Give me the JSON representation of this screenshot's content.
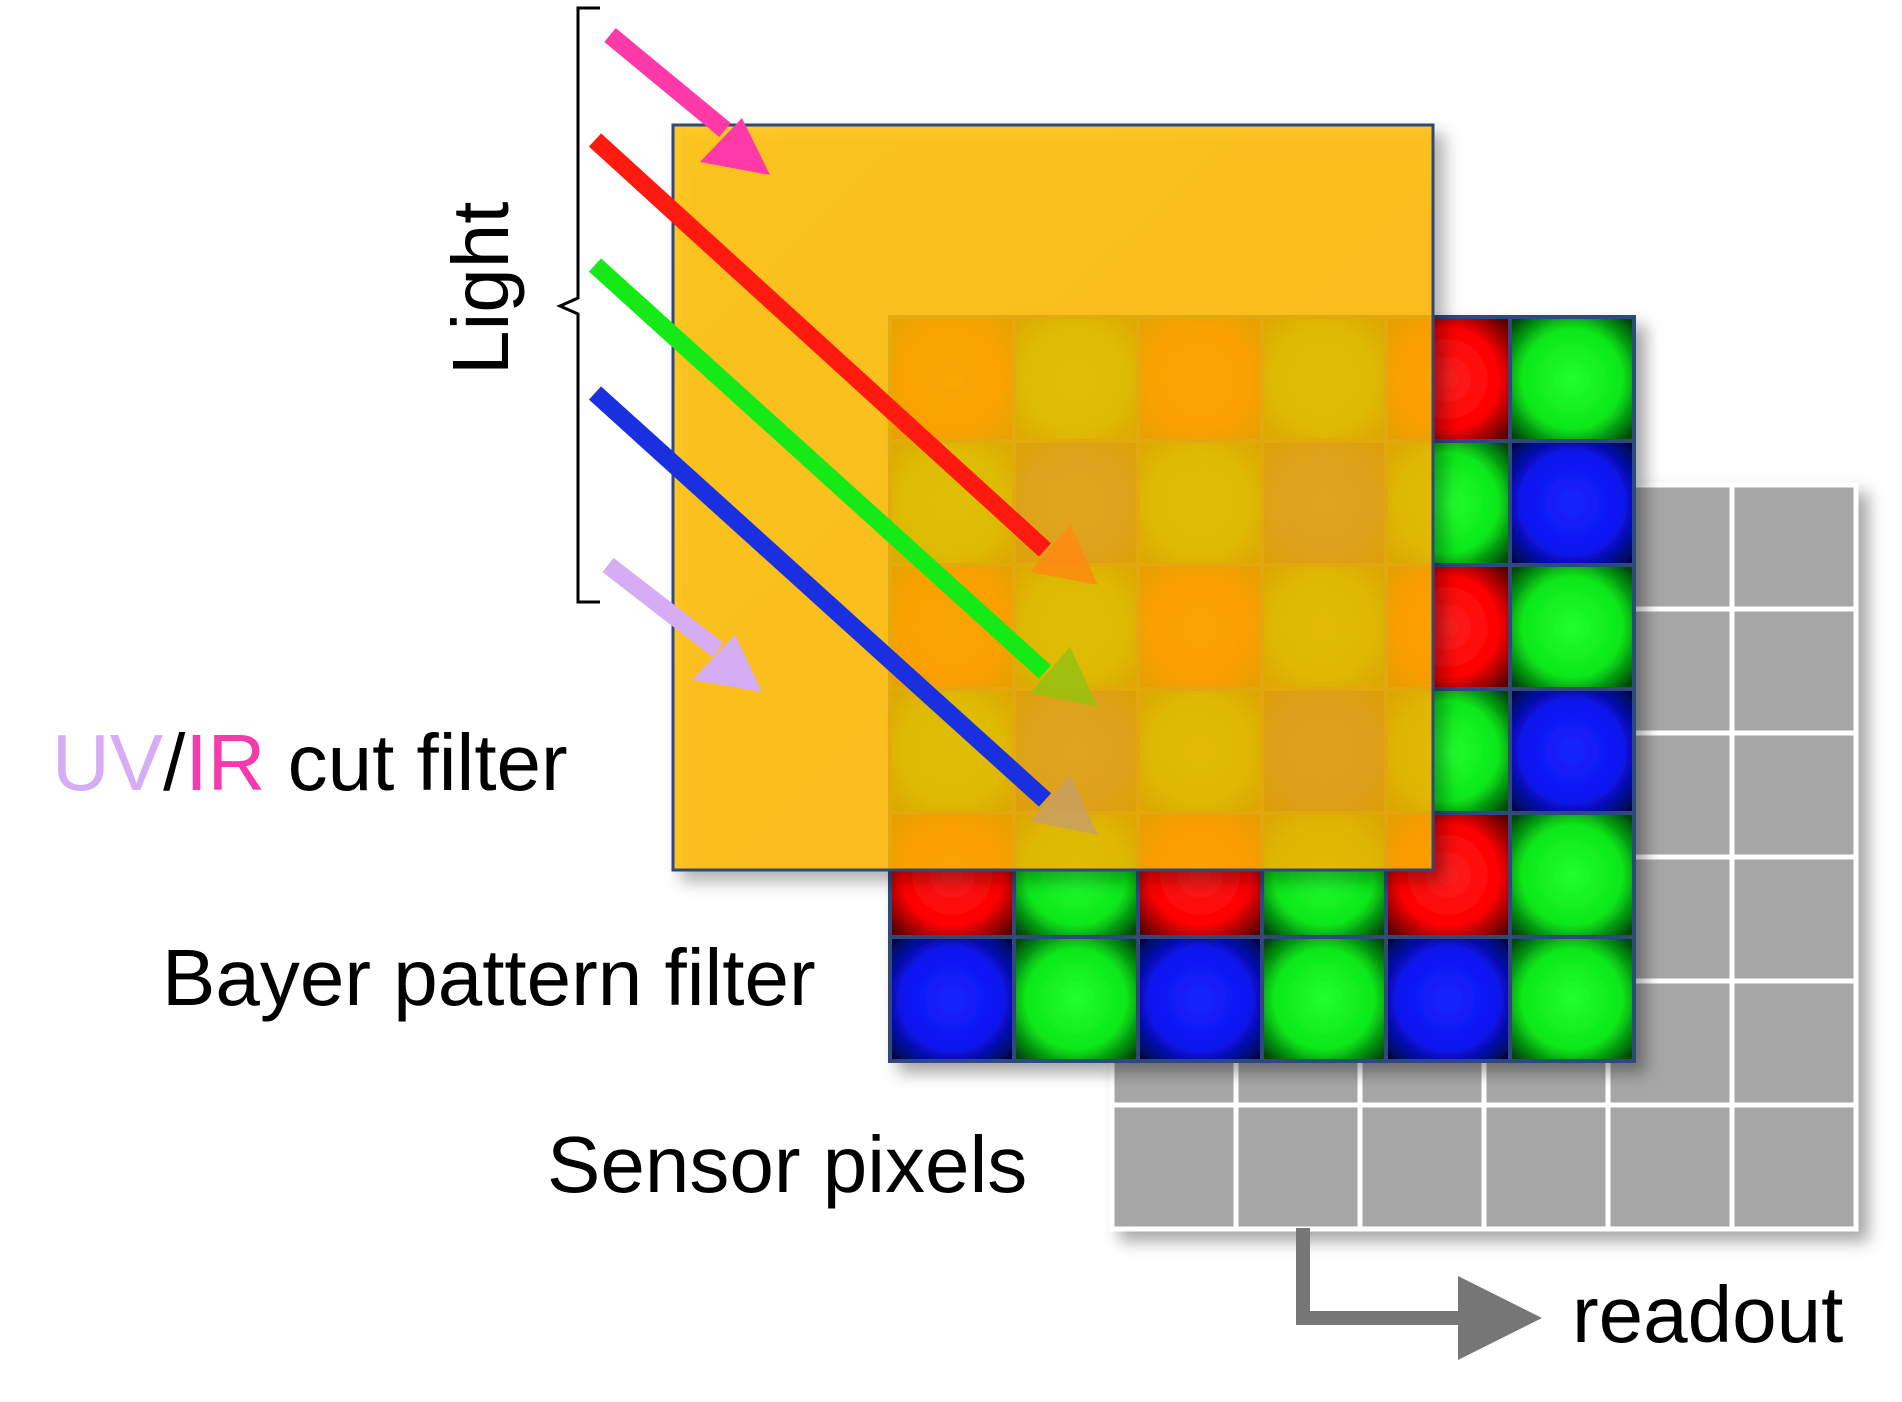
{
  "labels": {
    "light": "Light",
    "uv": "UV",
    "slash": "/",
    "ir": "IR",
    "cut_filter": " cut filter",
    "bayer": "Bayer pattern filter",
    "sensor": "Sensor pixels",
    "readout": "readout"
  },
  "colors": {
    "uv": "#d6acf5",
    "ir": "#f53aad",
    "bayer_red": "#ff1010",
    "bayer_green": "#0ae81a",
    "bayer_blue": "#0a14f0",
    "filter_orange": "#ffc000",
    "sensor_gray": "#a6a6a6",
    "cell_border": "#2f4a7a"
  },
  "light_rays": [
    "ir",
    "red",
    "green",
    "blue",
    "uv"
  ],
  "sensor_grid": {
    "rows": 6,
    "cols": 6
  },
  "bayer_grid": {
    "rows": 6,
    "cols": 6,
    "pattern": [
      [
        "R",
        "G",
        "R",
        "G",
        "R",
        "G"
      ],
      [
        "G",
        "B",
        "G",
        "B",
        "G",
        "B"
      ],
      [
        "R",
        "G",
        "R",
        "G",
        "R",
        "G"
      ],
      [
        "G",
        "B",
        "G",
        "B",
        "G",
        "B"
      ],
      [
        "R",
        "G",
        "R",
        "G",
        "R",
        "G"
      ],
      [
        "B",
        "G",
        "B",
        "G",
        "B",
        "G"
      ]
    ],
    "legend_note": "row order from top"
  }
}
